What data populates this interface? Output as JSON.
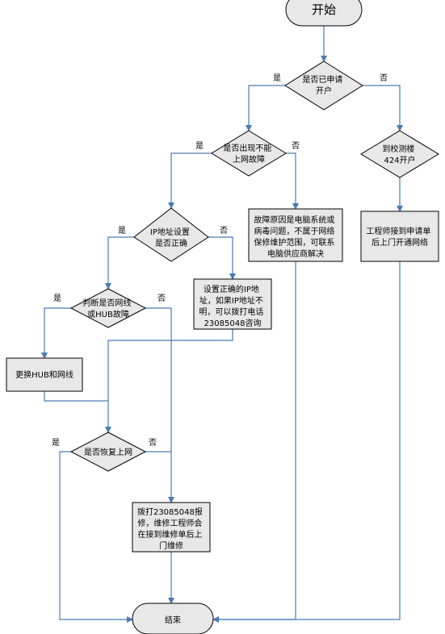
{
  "nodes": {
    "start": "开始",
    "q_applied": [
      "是否已申请",
      "开户"
    ],
    "q_cannot_connect": [
      "是否出现不能",
      "上网故障"
    ],
    "goto_campus": [
      "到校测楼",
      "424开户"
    ],
    "computer_issue": [
      "故障原因是电脑系统或",
      "病毒问题，不属于网络",
      "保修维护范围，可联系",
      "电脑供应商解决"
    ],
    "engineer_open": [
      "工程师接到申请单",
      "后上门开通网络"
    ],
    "q_ip_correct": [
      "IP地址设置",
      "是否正确"
    ],
    "set_ip": [
      "设置正确的IP地",
      "址，如果IP地址不",
      "明，可以拨打电话",
      "23085048咨询"
    ],
    "q_cable_hub": [
      "判断是否网线",
      "或HUB故障"
    ],
    "replace_hub": "更换HUB和网线",
    "q_restored": "是否恢复上网",
    "call_repair": [
      "拨打23085048报",
      "修，维修工程师会",
      "在接到维修单后上",
      "门维修"
    ],
    "end": "结束"
  },
  "branches": {
    "yes": "是",
    "no": "否"
  },
  "colors": {
    "connector": "#4a7ab5",
    "node_fill": "#e8e8e8",
    "node_stroke": "#000000"
  }
}
